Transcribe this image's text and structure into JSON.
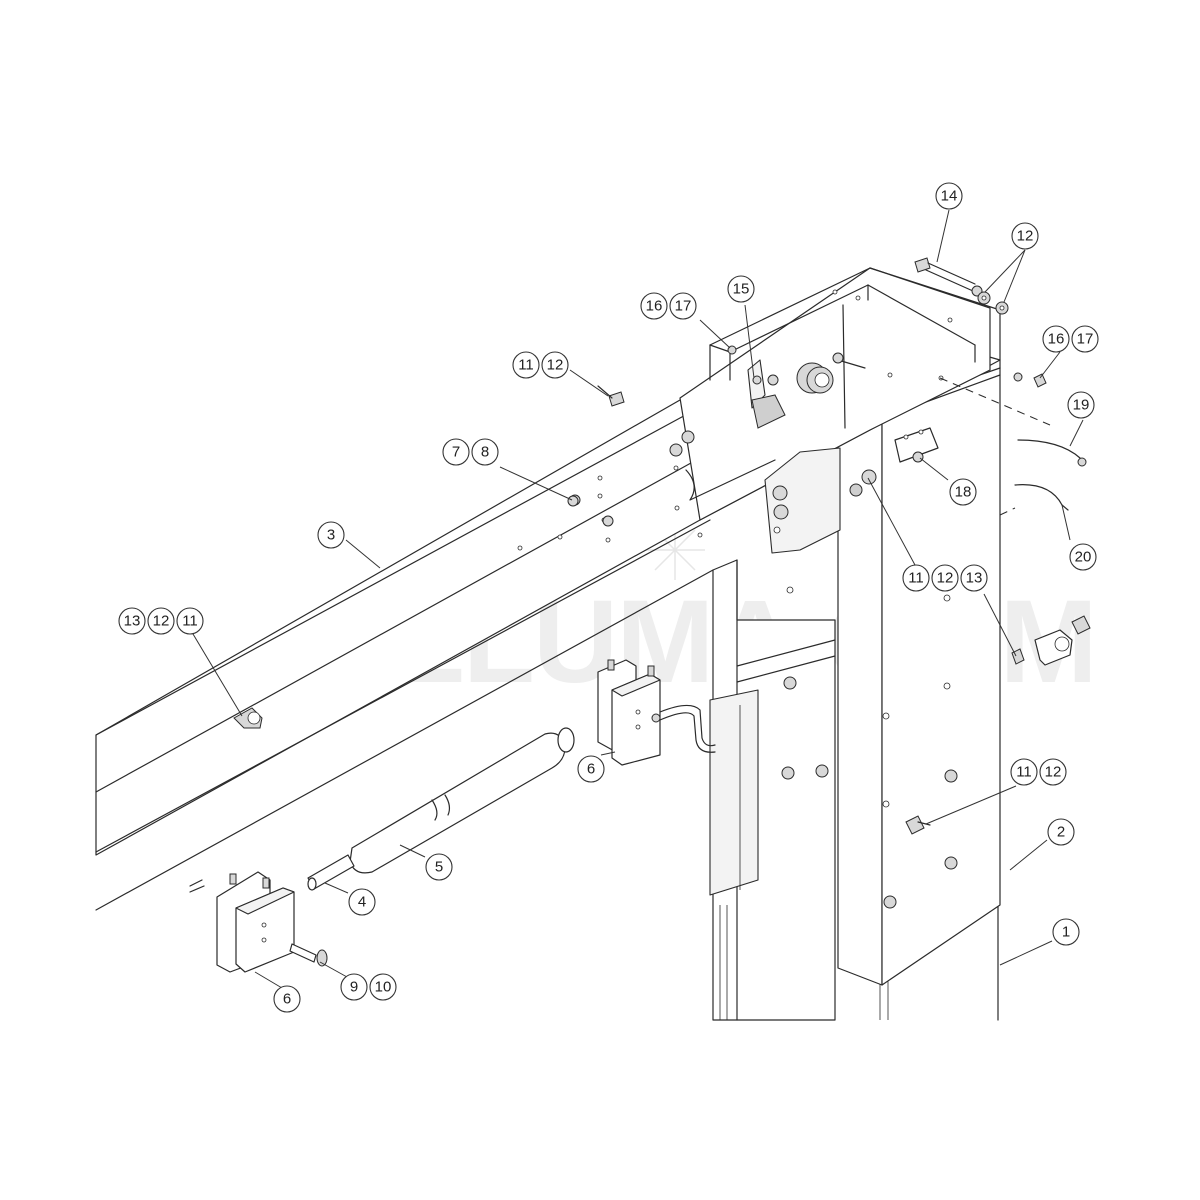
{
  "watermark": {
    "text": "ILLUMA.COM"
  },
  "callouts": [
    {
      "id": "c14",
      "labels": [
        "14"
      ]
    },
    {
      "id": "c12top",
      "labels": [
        "12"
      ]
    },
    {
      "id": "c1617a",
      "labels": [
        "16",
        "17"
      ]
    },
    {
      "id": "c15",
      "labels": [
        "15"
      ]
    },
    {
      "id": "c1617b",
      "labels": [
        "16",
        "17"
      ]
    },
    {
      "id": "c1112a",
      "labels": [
        "11",
        "12"
      ]
    },
    {
      "id": "c19",
      "labels": [
        "19"
      ]
    },
    {
      "id": "c78",
      "labels": [
        "7",
        "8"
      ]
    },
    {
      "id": "c18",
      "labels": [
        "18"
      ]
    },
    {
      "id": "c3",
      "labels": [
        "3"
      ]
    },
    {
      "id": "c20",
      "labels": [
        "20"
      ]
    },
    {
      "id": "c111213",
      "labels": [
        "11",
        "12",
        "13"
      ]
    },
    {
      "id": "c131211",
      "labels": [
        "13",
        "12",
        "11"
      ]
    },
    {
      "id": "c6a",
      "labels": [
        "6"
      ]
    },
    {
      "id": "c1112b",
      "labels": [
        "11",
        "12"
      ]
    },
    {
      "id": "c2",
      "labels": [
        "2"
      ]
    },
    {
      "id": "c5",
      "labels": [
        "5"
      ]
    },
    {
      "id": "c4",
      "labels": [
        "4"
      ]
    },
    {
      "id": "c1",
      "labels": [
        "1"
      ]
    },
    {
      "id": "c910",
      "labels": [
        "9",
        "10"
      ]
    },
    {
      "id": "c6b",
      "labels": [
        "6"
      ]
    }
  ]
}
